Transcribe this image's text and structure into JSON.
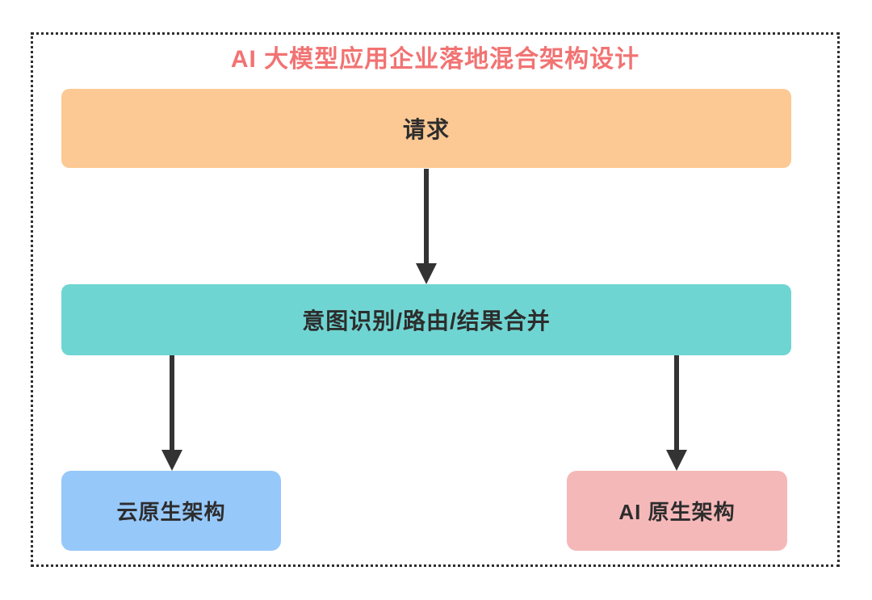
{
  "diagram": {
    "title": "AI 大模型应用企业落地混合架构设计",
    "title_color": "#F27373",
    "border_color": "#2e2e2e",
    "arrow_color": "#333333",
    "text_color": "#2d2d2d",
    "nodes": {
      "request": {
        "label": "请求",
        "color": "#FCC994"
      },
      "router": {
        "label": "意图识别/路由/结果合并",
        "color": "#6FD5D2"
      },
      "cloud_native": {
        "label": "云原生架构",
        "color": "#96C8FA"
      },
      "ai_native": {
        "label": "AI 原生架构",
        "color": "#F5B8B8"
      }
    },
    "edges": [
      {
        "from": "request",
        "to": "router"
      },
      {
        "from": "router",
        "to": "cloud_native"
      },
      {
        "from": "router",
        "to": "ai_native"
      }
    ]
  }
}
